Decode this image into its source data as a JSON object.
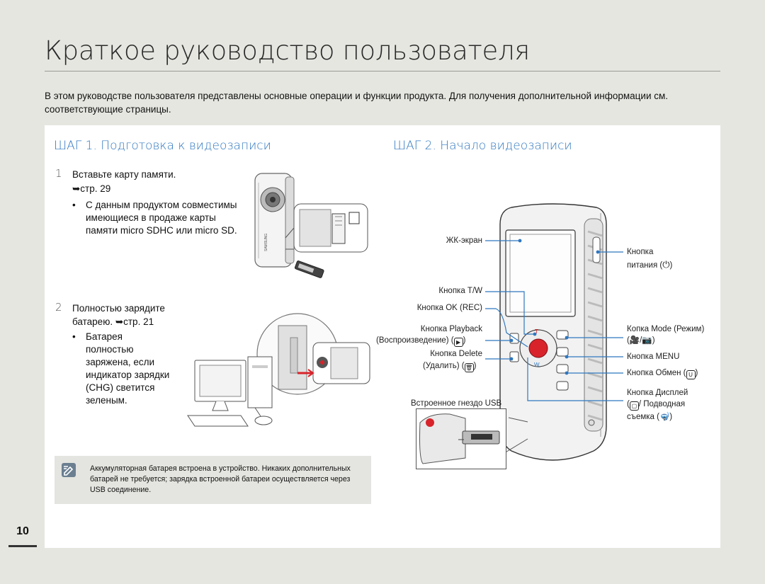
{
  "page": {
    "title": "Краткое руководство пользователя",
    "intro": "В этом руководстве пользователя представлены основные операции и функции продукта. Для получения дополнительной информации см. соответствующие страницы.",
    "page_number": "10"
  },
  "step1": {
    "heading": "ШАГ 1. Подготовка к видеозаписи",
    "item1": {
      "number": "1",
      "line1": "Вставьте карту памяти.",
      "ref": "➥стр. 29",
      "bullet": "С данным продуктом совместимы имеющиеся в продаже карты памяти micro SDHC или micro SD."
    },
    "item2": {
      "number": "2",
      "line1": "Полностью зарядите",
      "line2": "батарею. ➥стр. 21",
      "bullet": "Батарея полностью заряжена, если индикатор зарядки (CHG) светится зеленым."
    },
    "device_brand": "SAMSUNG",
    "note": "Аккумуляторная батарея встроена в устройство. Никаких дополнительных батарей не требуется; зарядка встроенной батареи осуществляется через USB соединение."
  },
  "step2": {
    "heading": "ШАГ 2. Начало видеозаписи",
    "labels": {
      "lcd": "ЖК-экран",
      "tw": "Кнопка T/W",
      "ok_rec": "Кнопка OK (REC)",
      "playback_1": "Кнопка Playback",
      "playback_2": "(Воспроизведение) (",
      "delete_1": "Кнопка Delete",
      "delete_2": "(Удалить) (",
      "usb": "Встроенное гнездо USB",
      "power_1": "Кнопка",
      "power_2": "питания (",
      "mode_1": "Копка Mode (Режим)",
      "mode_2": "(",
      "menu": "Кнопка MENU",
      "share": "Кнопка Обмен (",
      "display_1": "Кнопка Дисплей",
      "display_2": "(",
      "display_3": "/ Подводная",
      "display_4": "съемка ("
    }
  },
  "colors": {
    "accent": "#2f77bf",
    "rec_button": "#d8232a",
    "callout_line": "#2f77bf"
  }
}
